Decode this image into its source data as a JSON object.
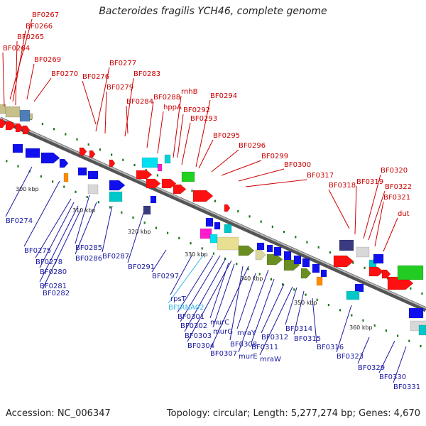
{
  "title": "Bacteroides fragilis YCH46, complete genome",
  "accession": "Accession: NC_006347",
  "stats": "Topology: circular; Length: 5,277,274 bp; Genes: 4,670",
  "colors": {
    "label_top": "#cc0000",
    "label_bottom": "#1a1aa0",
    "label_trna": "#33b5e5",
    "backbone": "#888888",
    "tick": "#1a7a1a"
  },
  "kbp_labels": [
    "300 kbp",
    "310 kbp",
    "320 kbp",
    "330 kbp",
    "340 kbp",
    "350 kbp",
    "360 kbp"
  ],
  "top_labels": [
    "BF0267",
    "BF0266",
    "BF0265",
    "BF0264",
    "BF0269",
    "BF0270",
    "BF0276",
    "BF0277",
    "BF0279",
    "BF0283",
    "BF0284",
    "BF0288",
    "hppA",
    "rnhB",
    "BF0292",
    "BF0293",
    "BF0294",
    "BF0295",
    "BF0296",
    "BF0299",
    "BF0300",
    "BF0317",
    "BF0318",
    "BF0319",
    "BF0320",
    "BF0322",
    "BF0321",
    "dut"
  ],
  "bottom_labels": [
    "BF0274",
    "BF0275",
    "BF0278",
    "BF0280",
    "BF0281",
    "BF0282",
    "BF0285",
    "BF0286",
    "BF0287",
    "BF0291",
    "BF0297",
    "rpsT",
    "BFtRNA02",
    "BF0301",
    "BF0302",
    "BF0303",
    "BF0304",
    "murC",
    "murG",
    "BF0307",
    "BF0308",
    "mraY",
    "murE",
    "BF0311",
    "BF0312",
    "mraW",
    "BF0314",
    "BF0315",
    "BF0316",
    "BF0323",
    "BF0329",
    "BF0330",
    "BF0331"
  ]
}
